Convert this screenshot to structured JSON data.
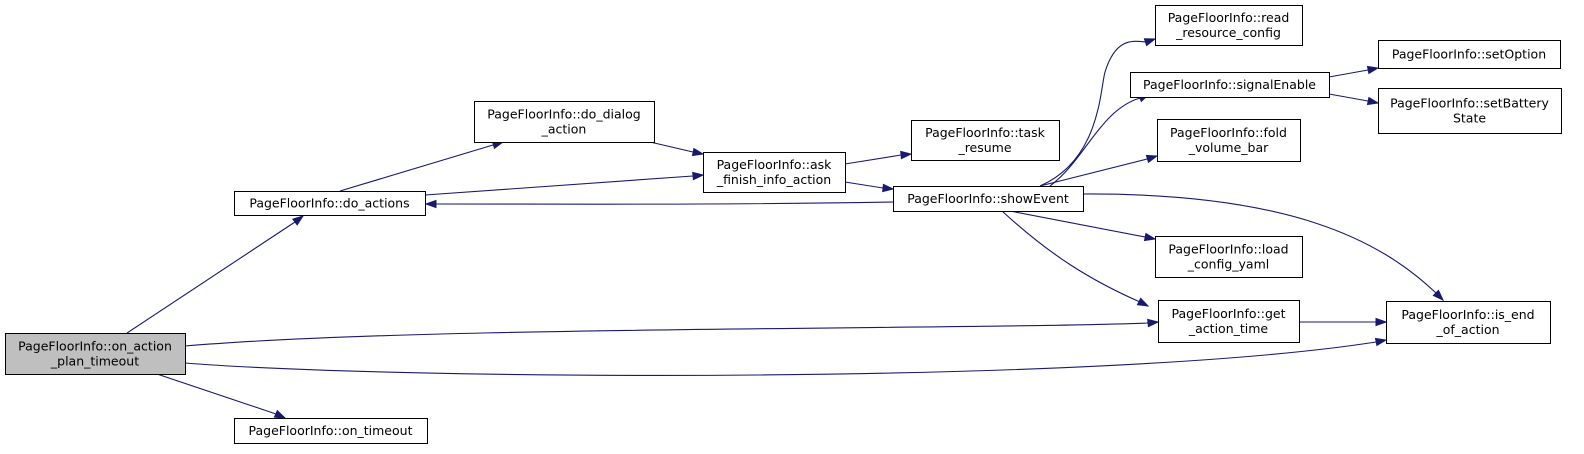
{
  "diagram": {
    "type": "call-graph",
    "colors": {
      "edge": "#191970",
      "focus_fill": "#bfbfbf",
      "node_fill": "#ffffff",
      "border": "#000000"
    },
    "nodes": [
      {
        "id": "on_action_plan_timeout",
        "lines": [
          "PageFloorInfo::on_action",
          "_plan_timeout"
        ],
        "focus": true
      },
      {
        "id": "do_actions",
        "lines": [
          "PageFloorInfo::do_actions"
        ]
      },
      {
        "id": "on_timeout",
        "lines": [
          "PageFloorInfo::on_timeout"
        ]
      },
      {
        "id": "do_dialog_action",
        "lines": [
          "PageFloorInfo::do_dialog",
          "_action"
        ]
      },
      {
        "id": "ask_finish_info_action",
        "lines": [
          "PageFloorInfo::ask",
          "_finish_info_action"
        ]
      },
      {
        "id": "task_resume",
        "lines": [
          "PageFloorInfo::task",
          "_resume"
        ]
      },
      {
        "id": "showEvent",
        "lines": [
          "PageFloorInfo::showEvent"
        ]
      },
      {
        "id": "read_resource_config",
        "lines": [
          "PageFloorInfo::read",
          "_resource_config"
        ]
      },
      {
        "id": "signalEnable",
        "lines": [
          "PageFloorInfo::signalEnable"
        ]
      },
      {
        "id": "fold_volume_bar",
        "lines": [
          "PageFloorInfo::fold",
          "_volume_bar"
        ]
      },
      {
        "id": "load_config_yaml",
        "lines": [
          "PageFloorInfo::load",
          "_config_yaml"
        ]
      },
      {
        "id": "get_action_time",
        "lines": [
          "PageFloorInfo::get",
          "_action_time"
        ]
      },
      {
        "id": "setOption",
        "lines": [
          "PageFloorInfo::setOption"
        ]
      },
      {
        "id": "setBatteryState",
        "lines": [
          "PageFloorInfo::setBattery",
          "State"
        ]
      },
      {
        "id": "is_end_of_action",
        "lines": [
          "PageFloorInfo::is_end",
          "_of_action"
        ]
      }
    ],
    "edges": [
      {
        "from": "on_action_plan_timeout",
        "to": "do_actions"
      },
      {
        "from": "on_action_plan_timeout",
        "to": "get_action_time"
      },
      {
        "from": "on_action_plan_timeout",
        "to": "is_end_of_action"
      },
      {
        "from": "on_action_plan_timeout",
        "to": "on_timeout"
      },
      {
        "from": "do_actions",
        "to": "do_dialog_action"
      },
      {
        "from": "do_actions",
        "to": "ask_finish_info_action"
      },
      {
        "from": "do_dialog_action",
        "to": "ask_finish_info_action"
      },
      {
        "from": "ask_finish_info_action",
        "to": "task_resume"
      },
      {
        "from": "ask_finish_info_action",
        "to": "showEvent"
      },
      {
        "from": "showEvent",
        "to": "do_actions"
      },
      {
        "from": "showEvent",
        "to": "read_resource_config"
      },
      {
        "from": "showEvent",
        "to": "signalEnable"
      },
      {
        "from": "showEvent",
        "to": "fold_volume_bar"
      },
      {
        "from": "showEvent",
        "to": "load_config_yaml"
      },
      {
        "from": "showEvent",
        "to": "get_action_time"
      },
      {
        "from": "showEvent",
        "to": "is_end_of_action"
      },
      {
        "from": "signalEnable",
        "to": "setOption"
      },
      {
        "from": "signalEnable",
        "to": "setBatteryState"
      },
      {
        "from": "get_action_time",
        "to": "is_end_of_action"
      }
    ]
  }
}
